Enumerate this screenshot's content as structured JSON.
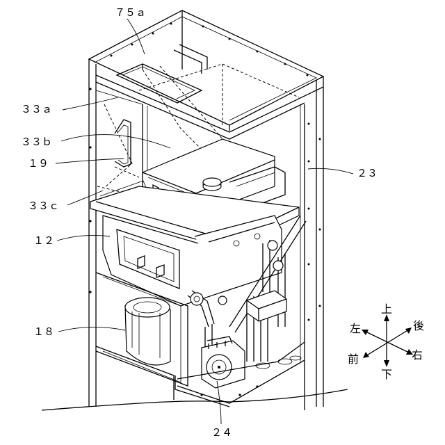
{
  "labels": {
    "l75a": "７５ａ",
    "l33a": "３３ａ",
    "l33b": "３３ｂ",
    "l19": "１９",
    "l33c": "３３ｃ",
    "l12": "１２",
    "l18": "１８",
    "l23": "２３",
    "l24": "２４"
  },
  "compass": {
    "up": "上",
    "down": "下",
    "left": "左",
    "right": "右",
    "front": "前",
    "back": "後"
  }
}
